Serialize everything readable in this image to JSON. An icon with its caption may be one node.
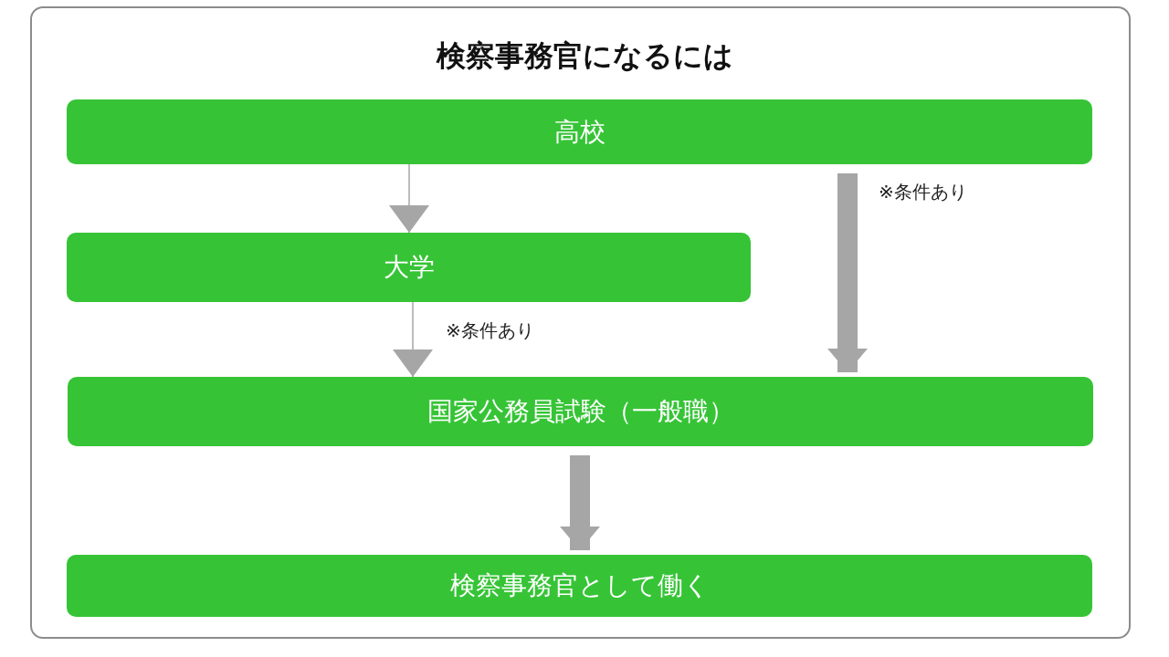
{
  "diagram": {
    "title": "検察事務官になるには",
    "nodes": [
      {
        "text": [
          "高校"
        ]
      },
      {
        "text": [
          "大学"
        ]
      },
      {
        "text": [
          "国家公務員試験（一般職）"
        ]
      },
      {
        "text": [
          "検察事務官として働く"
        ]
      }
    ],
    "edges": [
      {
        "from": 0,
        "to": 1,
        "arrow": "to"
      },
      {
        "from": 1,
        "to": 2,
        "arrow": "to",
        "label": "※条件あり"
      },
      {
        "from": 0,
        "to": 2,
        "arrow": "to",
        "label": "※条件あり",
        "style": "thick"
      },
      {
        "from": 2,
        "to": 3,
        "arrow": "to",
        "style": "thick"
      }
    ]
  }
}
